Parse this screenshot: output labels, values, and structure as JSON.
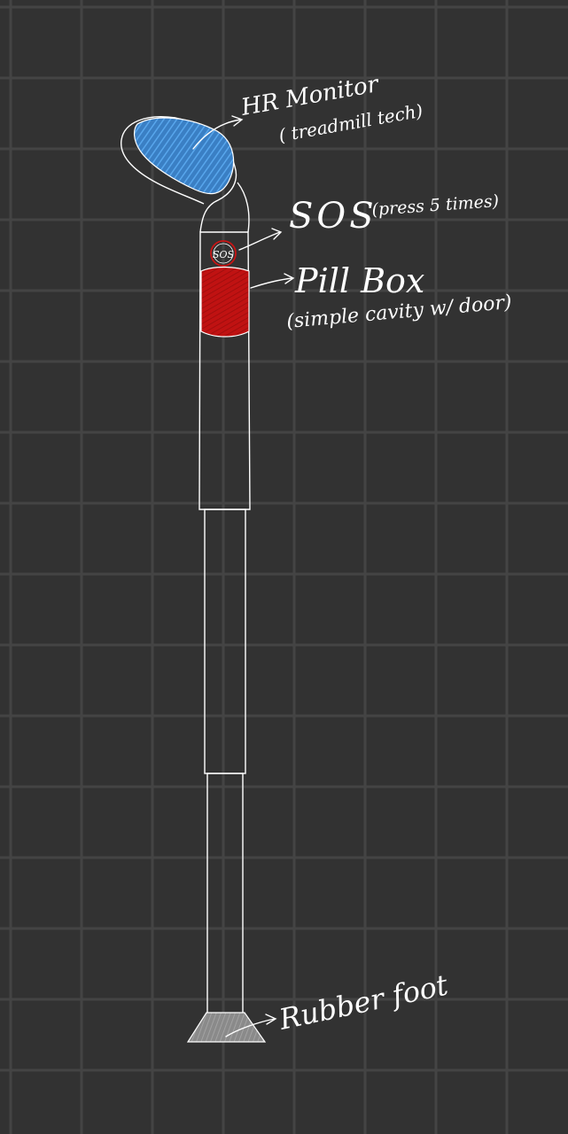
{
  "diagram": {
    "background": "#323232",
    "grid_color": "#444444",
    "labels": {
      "hr_monitor": "HR Monitor",
      "hr_monitor_note": "( treadmill tech)",
      "sos": "SOS",
      "sos_note": "(press 5 times)",
      "sos_button": "SOS",
      "pill_box": "Pill Box",
      "pill_box_note": "(simple cavity w/ door)",
      "rubber_foot": "Rubber foot"
    },
    "colors": {
      "hr_monitor_fill": "#3f8fd6",
      "pill_box_fill": "#c81414",
      "sos_ring": "#c81414",
      "rubber_foot_fill": "#8c8c8c",
      "stroke": "#ffffff"
    }
  }
}
